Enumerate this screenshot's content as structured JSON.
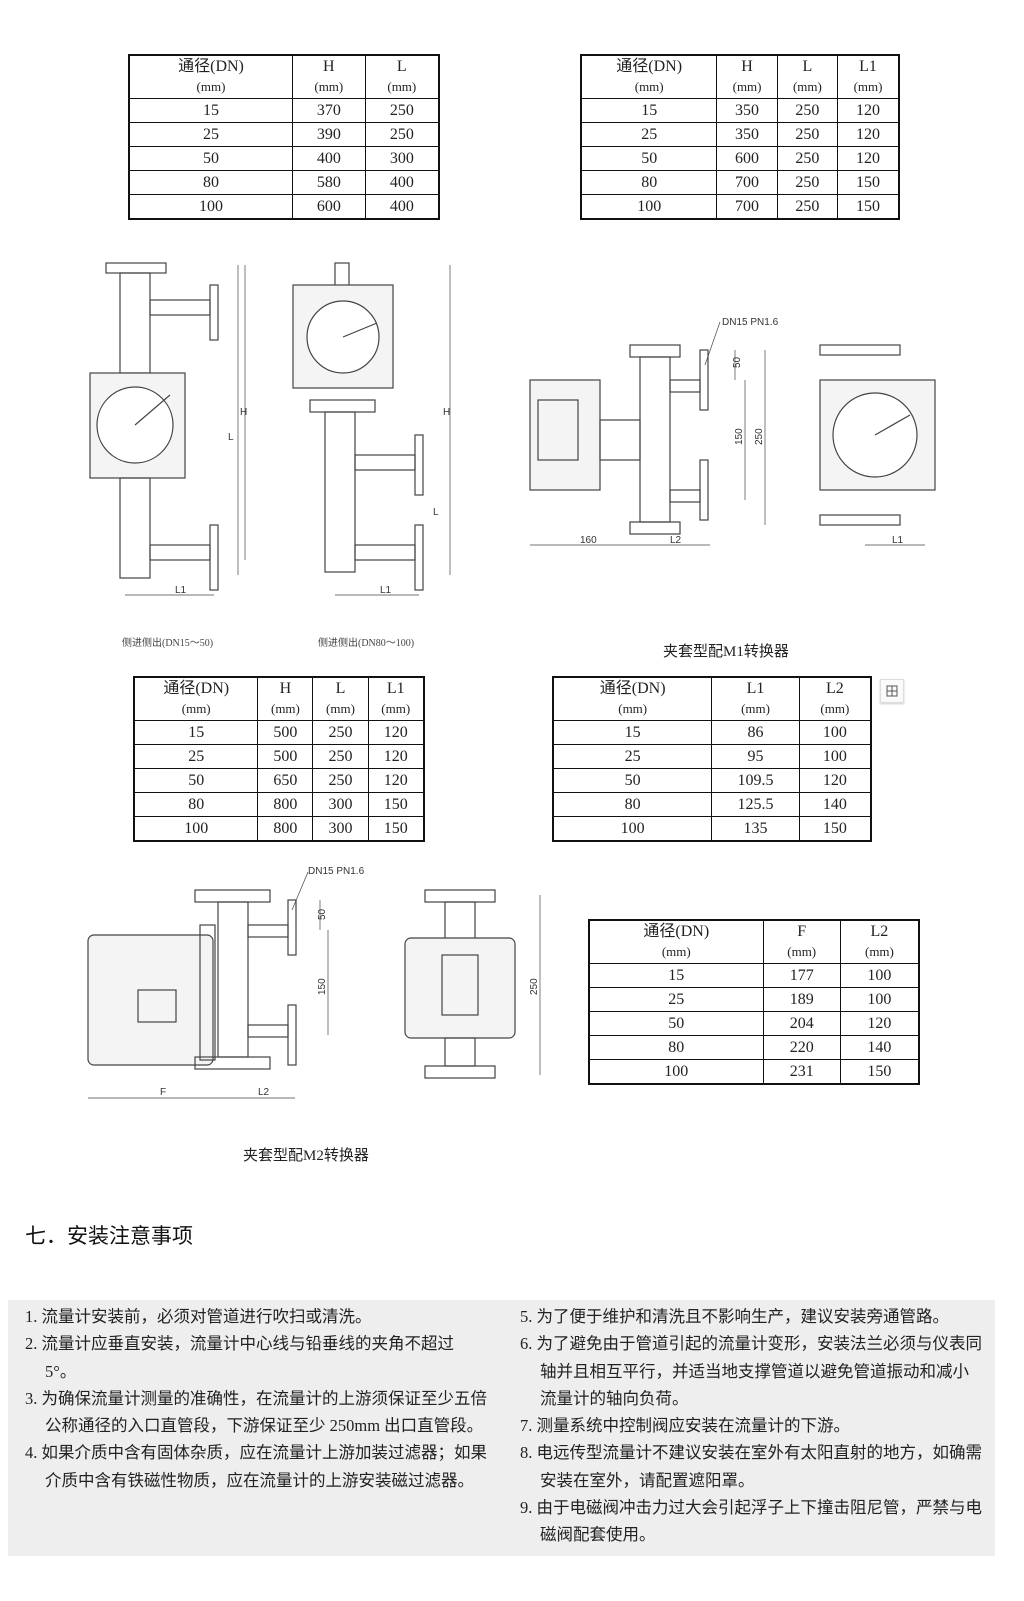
{
  "tables": [
    {
      "id": "t1",
      "header": [
        [
          "通径(DN)",
          "(mm)"
        ],
        [
          "H",
          "(mm)"
        ],
        [
          "L",
          "(mm)"
        ]
      ],
      "rows": [
        [
          "15",
          "370",
          "250"
        ],
        [
          "25",
          "390",
          "250"
        ],
        [
          "50",
          "400",
          "300"
        ],
        [
          "80",
          "580",
          "400"
        ],
        [
          "100",
          "600",
          "400"
        ]
      ]
    },
    {
      "id": "t2",
      "header": [
        [
          "通径(DN)",
          "(mm)"
        ],
        [
          "H",
          "(mm)"
        ],
        [
          "L",
          "(mm)"
        ],
        [
          "L1",
          "(mm)"
        ]
      ],
      "rows": [
        [
          "15",
          "350",
          "250",
          "120"
        ],
        [
          "25",
          "350",
          "250",
          "120"
        ],
        [
          "50",
          "600",
          "250",
          "120"
        ],
        [
          "80",
          "700",
          "250",
          "150"
        ],
        [
          "100",
          "700",
          "250",
          "150"
        ]
      ]
    },
    {
      "id": "t3",
      "header": [
        [
          "通径(DN)",
          "(mm)"
        ],
        [
          "H",
          "(mm)"
        ],
        [
          "L",
          "(mm)"
        ],
        [
          "L1",
          "(mm)"
        ]
      ],
      "rows": [
        [
          "15",
          "500",
          "250",
          "120"
        ],
        [
          "25",
          "500",
          "250",
          "120"
        ],
        [
          "50",
          "650",
          "250",
          "120"
        ],
        [
          "80",
          "800",
          "300",
          "150"
        ],
        [
          "100",
          "800",
          "300",
          "150"
        ]
      ]
    },
    {
      "id": "t4",
      "header": [
        [
          "通径(DN)",
          "(mm)"
        ],
        [
          "L1",
          "(mm)"
        ],
        [
          "L2",
          "(mm)"
        ]
      ],
      "rows": [
        [
          "15",
          "86",
          "100"
        ],
        [
          "25",
          "95",
          "100"
        ],
        [
          "50",
          "109.5",
          "120"
        ],
        [
          "80",
          "125.5",
          "140"
        ],
        [
          "100",
          "135",
          "150"
        ]
      ]
    },
    {
      "id": "t5",
      "header": [
        [
          "通径(DN)",
          "(mm)"
        ],
        [
          "F",
          "(mm)"
        ],
        [
          "L2",
          "(mm)"
        ]
      ],
      "rows": [
        [
          "15",
          "177",
          "100"
        ],
        [
          "25",
          "189",
          "100"
        ],
        [
          "50",
          "204",
          "120"
        ],
        [
          "80",
          "220",
          "140"
        ],
        [
          "100",
          "231",
          "150"
        ]
      ]
    }
  ],
  "captions": {
    "side_small": "侧进侧出(DN15～50)",
    "side_large": "侧进侧出(DN80～100)",
    "m1": "夹套型配M1转换器",
    "m2": "夹套型配M2转换器"
  },
  "dims": {
    "H": "H",
    "L": "L",
    "L1": "L1",
    "L2": "L2",
    "F": "F",
    "dn": "DN15 PN1.6",
    "d50": "50",
    "d150": "150",
    "d250": "250",
    "d160": "160"
  },
  "section": {
    "title": "七．安装注意事项"
  },
  "notes_left": [
    "1. 流量计安装前，必须对管道进行吹扫或清洗。",
    "2. 流量计应垂直安装，流量计中心线与铅垂线的夹角不超过 5°。",
    "3. 为确保流量计测量的准确性，在流量计的上游须保证至少五倍公称通径的入口直管段，下游保证至少 250mm 出口直管段。",
    "4. 如果介质中含有固体杂质，应在流量计上游加装过滤器；如果介质中含有铁磁性物质，应在流量计的上游安装磁过滤器。"
  ],
  "notes_right": [
    "5. 为了便于维护和清洗且不影响生产，建议安装旁通管路。",
    "6. 为了避免由于管道引起的流量计变形，安装法兰必须与仪表同轴并且相互平行，并适当地支撑管道以避免管道振动和减小流量计的轴向负荷。",
    "7. 测量系统中控制阀应安装在流量计的下游。",
    "8. 电远传型流量计不建议安装在室外有太阳直射的地方，如确需安装在室外，请配置遮阳罩。",
    "9. 由于电磁阀冲击力过大会引起浮子上下撞击阻尼管，严禁与电磁阀配套使用。"
  ]
}
